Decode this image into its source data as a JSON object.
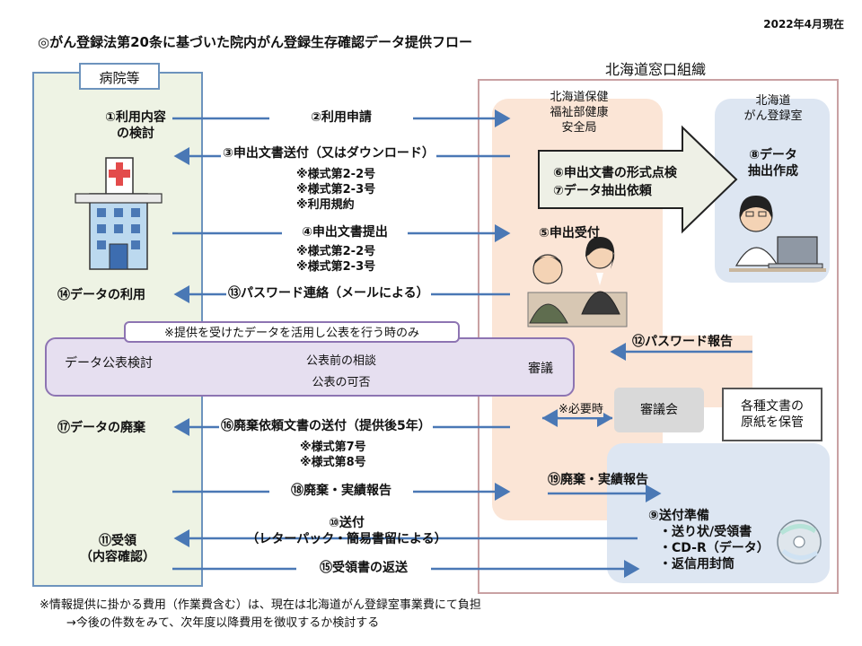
{
  "date_label": "2022年4月現在",
  "title": "◎がん登録法第20条に基づいた院内がん登録生存確認データ提供フロー",
  "hospital": {
    "header": "病院等",
    "step1": "①利用内容\nの検討",
    "step14": "⑭データの利用",
    "step17": "⑰データの廃棄",
    "step11": "⑪受領\n（内容確認）",
    "data_publish": "データ公表検討"
  },
  "org": {
    "header": "北海道窓口組織",
    "dept": "北海道保健\n福祉部健康\n安全局",
    "step6": "⑥申出文書の形式点検",
    "step7": "⑦データ抽出依頼",
    "step5": "⑤申出受付",
    "review": "審議",
    "council": "審議会",
    "council_note": "※必要時",
    "registry": "北海道\nがん登録室",
    "step8": "⑧データ\n抽出作成",
    "step12": "⑫パスワード報告",
    "docs_keep": "各種文書の\n原紙を保管",
    "step19": "⑲廃棄・実績報告",
    "step9_title": "⑨送付準備",
    "step9_items": "・送り状/受領書\n・CD-R（データ）\n・返信用封筒"
  },
  "flows": {
    "step2": "②利用申請",
    "step3": "③申出文書送付（又はダウンロード）",
    "step3_items": "※様式第2-2号\n※様式第2-3号\n※利用規約",
    "step4": "④申出文書提出",
    "step4_items": "※様式第2-2号\n※様式第2-3号",
    "step13": "⑬パスワード連絡（メールによる）",
    "publish_note": "※提供を受けたデータを活用し公表を行う時のみ",
    "pre_consult": "公表前の相談",
    "publish_ok": "公表の可否",
    "step16": "⑯廃棄依頼文書の送付（提供後5年）",
    "step16_items": "※様式第7号\n※様式第8号",
    "step18": "⑱廃棄・実績報告",
    "step10": "⑩送付\n（レターパック・簡易書留による）",
    "step15": "⑮受領書の返送"
  },
  "footnote": {
    "line1": "※情報提供に掛かる費用（作業費含む）は、現在は北海道がん登録室事業費にて負担",
    "line2": "→今後の件数をみて、次年度以降費用を徴収するか検討する"
  },
  "colors": {
    "arrow": "#4a78b5",
    "hospital_border": "#6d93bd",
    "hospital_fill": "#eef3e4",
    "org_border": "#c9a1a3",
    "dept_fill": "#fbe5d6",
    "registry_fill": "#dde6f2",
    "publish_fill": "#e6dff0",
    "publish_border": "#8d74b2",
    "big_arrow_fill": "#eef0e6"
  },
  "icons": [
    "hospital-building-icon",
    "reception-staff-icon",
    "registry-staff-computer-icon",
    "cd-rom-icon"
  ]
}
